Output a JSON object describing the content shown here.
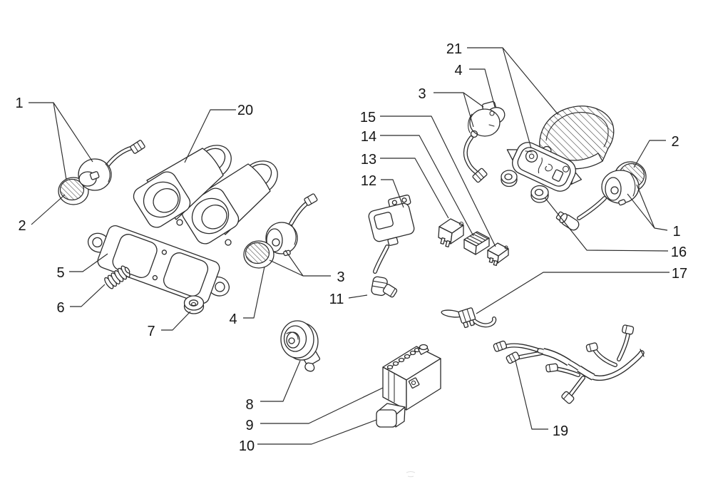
{
  "figure": {
    "colors": {
      "background": "#ffffff",
      "line": "#2b2b2b",
      "label": "#161616"
    },
    "callouts": {
      "hl_socket_l": "1",
      "hl_bulb_l": "2",
      "hl_unit": "20",
      "plate": "5",
      "spring": "6",
      "grommet": "7",
      "lamp_socket": "3",
      "lamp_bulb": "4",
      "plug_cap": "11",
      "coil": "12",
      "relay_1": "13",
      "relay_2": "14",
      "relay_3": "15",
      "tail_lamp": "21",
      "tail_bulb": "4",
      "tail_socket": "3",
      "rear_bulb": "2",
      "rear_socket": "1",
      "rear_grommet": "16",
      "stop_switch": "17",
      "horn": "8",
      "battery": "9",
      "fuse": "10",
      "harness": "19"
    }
  }
}
